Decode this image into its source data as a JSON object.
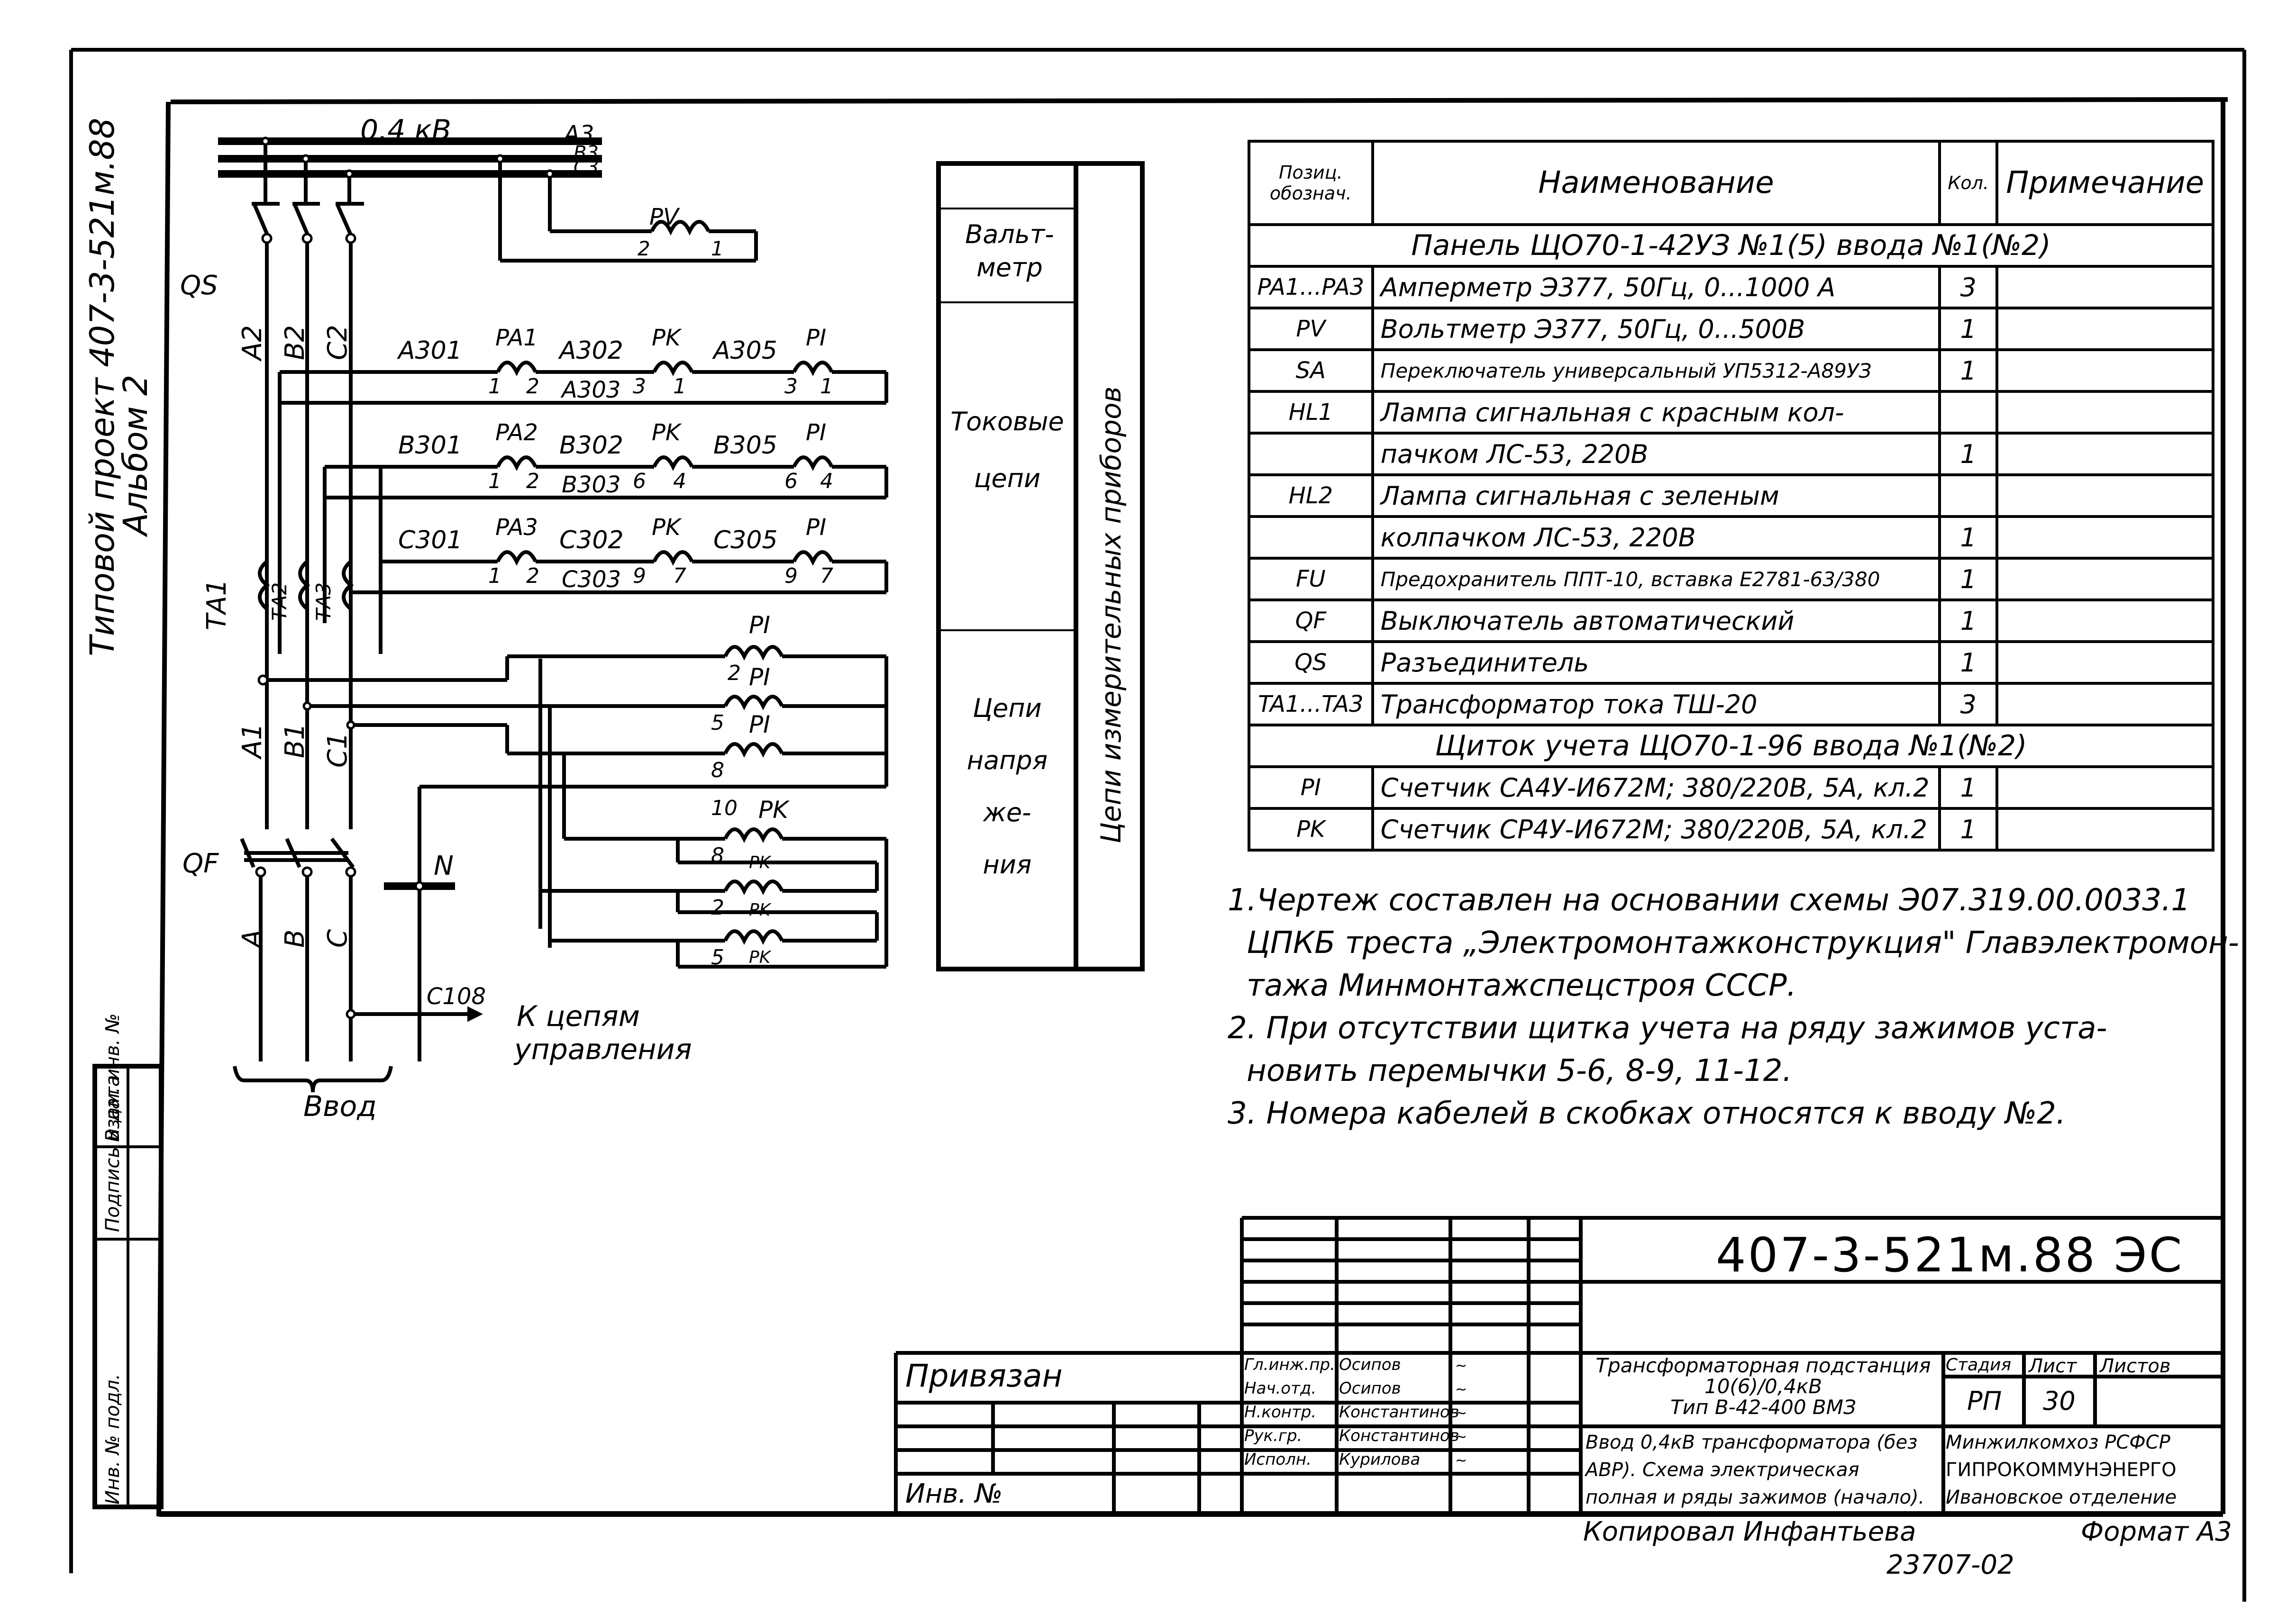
{
  "side_stamp": {
    "line1": "Типовой проект 407-3-521м.88",
    "line2": "Альбом 2"
  },
  "left_strip": {
    "fields": [
      "Инв. № подл.",
      "Подпись и дата",
      "Взам. инв. №"
    ]
  },
  "schematic": {
    "bus_voltage": "0,4 кВ",
    "bus_labels": [
      "А3",
      "В3",
      "С3"
    ],
    "disconnector": "QS",
    "breaker": "QF",
    "phase_labels_upper": [
      "А2",
      "В2",
      "С2"
    ],
    "phase_labels_mid": [
      "А1",
      "В1",
      "С1"
    ],
    "phase_labels_lower": [
      "А",
      "В",
      "С"
    ],
    "neutral": "N",
    "current_transformers": [
      "ТА1",
      "ТА2",
      "ТА3"
    ],
    "voltmeter": {
      "label": "PV",
      "terminals": [
        "2",
        "1"
      ]
    },
    "current_circuits": [
      {
        "wires": [
          "А301",
          "А302",
          "А303",
          "А305"
        ],
        "devices": [
          "PA1",
          "PK",
          "PI"
        ],
        "terminals": [
          "1",
          "2",
          "3",
          "1",
          "3",
          "1"
        ]
      },
      {
        "wires": [
          "В301",
          "В302",
          "В303",
          "В305"
        ],
        "devices": [
          "PA2",
          "PK",
          "PI"
        ],
        "terminals": [
          "1",
          "2",
          "6",
          "4",
          "6",
          "4"
        ]
      },
      {
        "wires": [
          "С301",
          "С302",
          "С303",
          "С305"
        ],
        "devices": [
          "PA3",
          "PK",
          "PI"
        ],
        "terminals": [
          "1",
          "2",
          "9",
          "7",
          "9",
          "7"
        ]
      }
    ],
    "voltage_coils": [
      {
        "label": "PI",
        "terminal": "2"
      },
      {
        "label": "PI",
        "terminal": "5"
      },
      {
        "label": "PI",
        "terminal": "8"
      },
      {
        "label": "PK",
        "terminal": "10"
      },
      {
        "label": "PK",
        "terminal": "8"
      },
      {
        "label": "PK",
        "terminal": "2"
      },
      {
        "label": "PK",
        "terminal": "5"
      }
    ],
    "control_wire": "С108",
    "control_label_1": "К цепям",
    "control_label_2": "управления",
    "input_label": "Ввод"
  },
  "legend_panel": {
    "sections": [
      "Вальт-\nметр",
      "Токовые\nцепи",
      "Цепи\nнапря же-\nния"
    ],
    "vertical_title": "Цепи измерительных приборов"
  },
  "spec_table": {
    "headers": {
      "pos": "Позиц. обознач.",
      "name": "Наименование",
      "qty": "Кол.",
      "note": "Примечание"
    },
    "group1": "Панель ЩО70-1-42УЗ №1(5) ввода №1(№2)",
    "rows1": [
      {
        "pos": "PA1...PA3",
        "name": "Амперметр Э377, 50Гц, 0...1000 А",
        "qty": "3"
      },
      {
        "pos": "PV",
        "name": "Вольтметр Э377, 50Гц, 0...500В",
        "qty": "1"
      },
      {
        "pos": "SA",
        "name": "Переключатель универсальный УП5312-А89УЗ",
        "qty": "1"
      },
      {
        "pos": "HL1",
        "name": "Лампа сигнальная с красным кол-",
        "qty": ""
      },
      {
        "pos": "",
        "name": "пачком ЛС-53, 220В",
        "qty": "1"
      },
      {
        "pos": "HL2",
        "name": "Лампа сигнальная с зеленым",
        "qty": ""
      },
      {
        "pos": "",
        "name": "колпачком ЛС-53, 220В",
        "qty": "1"
      },
      {
        "pos": "FU",
        "name": "Предохранитель ППТ-10, вставка Е2781-63/380",
        "qty": "1"
      },
      {
        "pos": "QF",
        "name": "Выключатель автоматический",
        "qty": "1"
      },
      {
        "pos": "QS",
        "name": "Разъединитель",
        "qty": "1"
      },
      {
        "pos": "TA1...TA3",
        "name": "Трансформатор тока ТШ-20",
        "qty": "3"
      }
    ],
    "group2": "Щиток учета ЩО70-1-96 ввода №1(№2)",
    "rows2": [
      {
        "pos": "PI",
        "name": "Счетчик СА4У-И672М; 380/220В, 5А, кл.2",
        "qty": "1"
      },
      {
        "pos": "PK",
        "name": "Счетчик СР4У-И672М; 380/220В, 5А, кл.2",
        "qty": "1"
      }
    ]
  },
  "notes": [
    "1.Чертеж составлен на основании схемы Э07.319.00.0033.1",
    "ЦПКБ треста „Электромонтажконструкция\" Главэлектромон-",
    "тажа Минмонтажспецстроя СССР.",
    "2. При отсутствии щитка учета на ряду зажимов уста-",
    "новить перемычки 5-6, 8-9, 11-12.",
    "3. Номера кабелей в скобках относятся к вводу №2."
  ],
  "title_block": {
    "doc_code": "407-3-521м.88 ЭС",
    "privyazan": "Привязан",
    "inv_no": "Инв. №",
    "roles": [
      {
        "role": "Гл.инж.пр.",
        "name": "Осипов"
      },
      {
        "role": "Нач.отд.",
        "name": "Осипов"
      },
      {
        "role": "Н.контр.",
        "name": "Константинов"
      },
      {
        "role": "Рук.гр.",
        "name": "Константинов"
      },
      {
        "role": "Исполн.",
        "name": "Курилова"
      }
    ],
    "object_title": [
      "Трансформаторная подстанция",
      "10(6)/0,4кВ",
      "Тип В-42-400 ВМЗ"
    ],
    "sheet_title": [
      "Ввод 0,4кВ трансформатора (без",
      "АВР). Схема электрическая",
      "полная и ряды зажимов (начало)."
    ],
    "stage_label": "Стадия",
    "sheet_label": "Лист",
    "sheets_label": "Листов",
    "stage": "РП",
    "sheet": "30",
    "sheets": "",
    "org": [
      "Минжилкомхоз РСФСР",
      "ГИПРОКОММУНЭНЕРГО",
      "Ивановское отделение"
    ]
  },
  "footer": {
    "copied": "Копировал Инфантьева",
    "format": "Формат А3",
    "archive_no": "23707-02"
  }
}
